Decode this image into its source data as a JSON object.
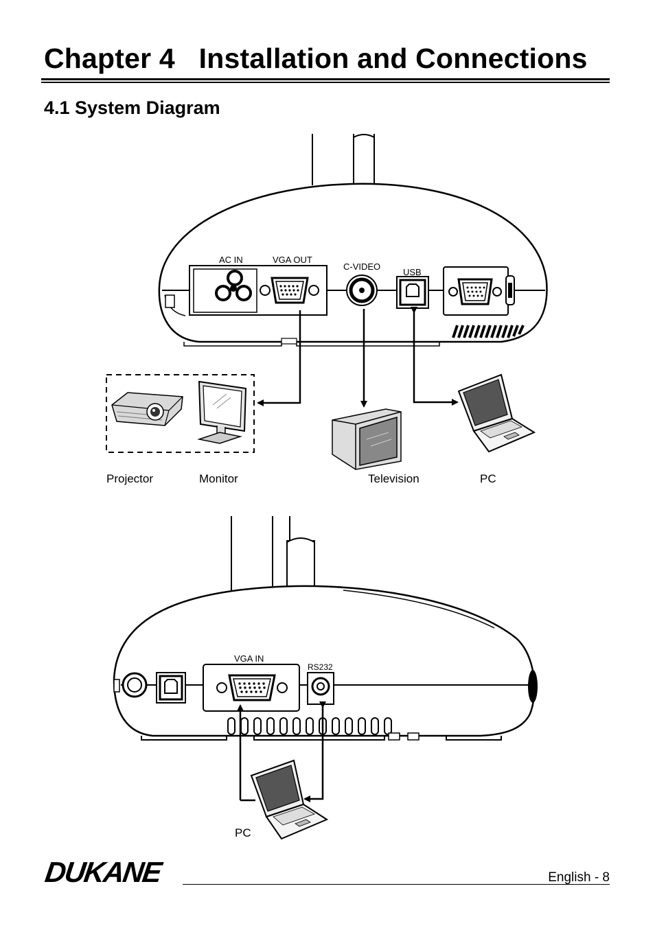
{
  "header": {
    "chapter_title": "Chapter 4   Installation and Connections",
    "section_title": "4.1 System Diagram"
  },
  "diagram_top": {
    "port_labels": {
      "ac_in": "AC IN",
      "vga_out": "VGA OUT",
      "c_video": "C-VIDEO",
      "usb": "USB"
    },
    "device_labels": {
      "projector": "Projector",
      "monitor": "Monitor",
      "television": "Television",
      "pc": "PC"
    }
  },
  "diagram_bottom": {
    "port_labels": {
      "vga_in": "VGA IN",
      "rs232": "RS232"
    },
    "device_labels": {
      "pc": "PC"
    }
  },
  "footer": {
    "brand": "DUKANE",
    "page": "English - 8"
  }
}
